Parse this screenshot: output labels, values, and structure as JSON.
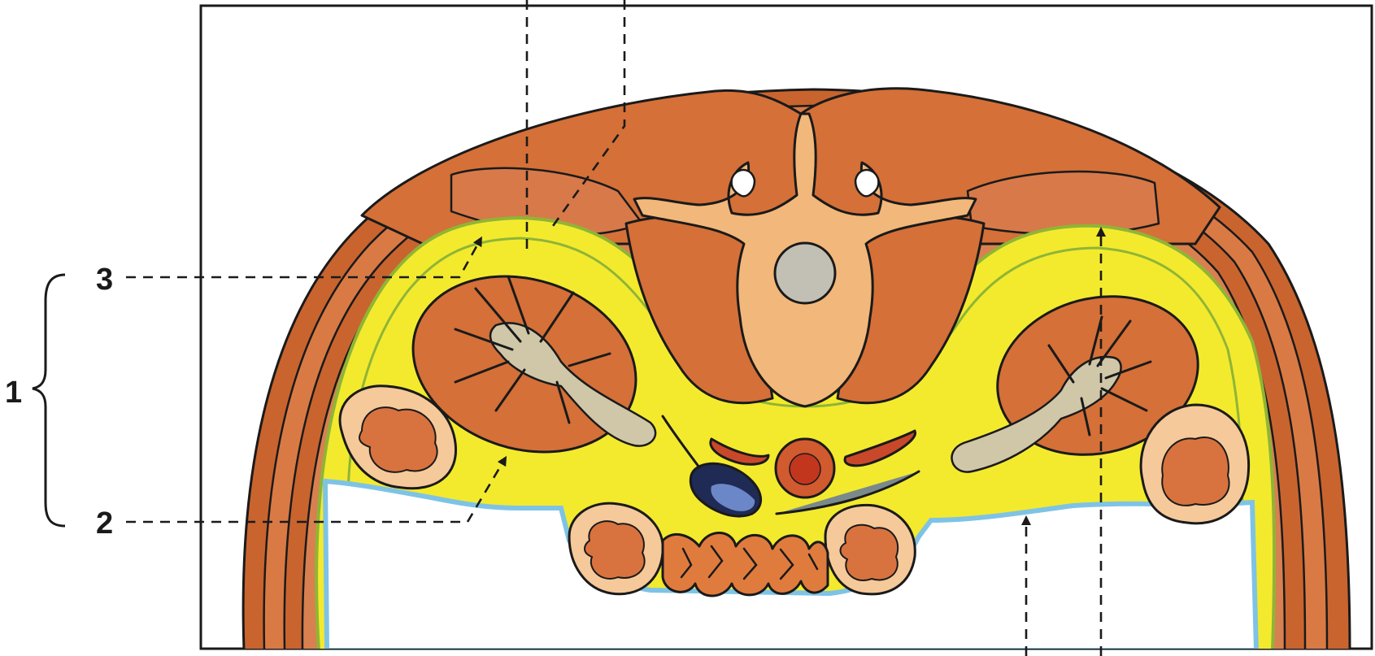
{
  "labels": {
    "one": "1",
    "two": "2",
    "three": "3"
  },
  "colors": {
    "muscle": "#d9733f",
    "muscle_dark": "#c45e2c",
    "bone": "#f2b77a",
    "fat": "#f3ea2e",
    "fascia": "#9fc33a",
    "peritoneum": "#7ec3e6",
    "renal_pelvis": "#cfc7a8",
    "ink": "#1a1a1a"
  },
  "icons": [
    "bracket-icon",
    "arrow-icon"
  ]
}
